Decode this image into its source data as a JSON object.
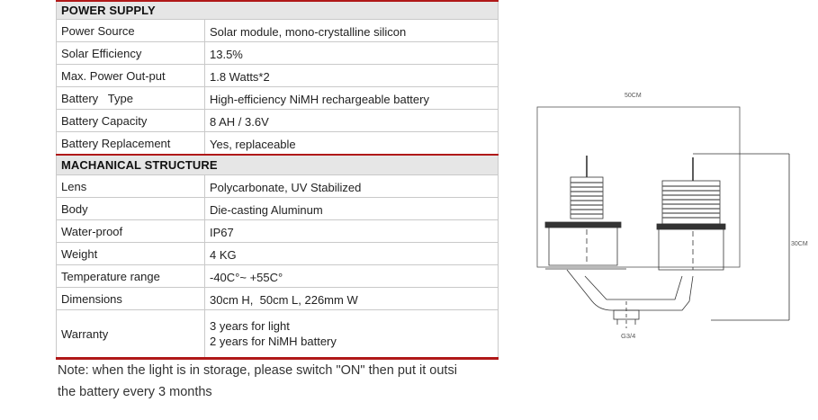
{
  "sections": [
    {
      "title": "POWER SUPPLY",
      "rows": [
        {
          "label": "Power Source",
          "value": "Solar module, mono-crystalline silicon"
        },
        {
          "label": "Solar Efficiency",
          "value": "13.5%"
        },
        {
          "label": "Max. Power Out-put",
          "value": "1.8 Watts*2"
        },
        {
          "label": "Battery   Type",
          "value": "High-efficiency NiMH rechargeable battery"
        },
        {
          "label": "Battery Capacity",
          "value": "8 AH / 3.6V"
        },
        {
          "label": "Battery Replacement",
          "value": "Yes, replaceable"
        }
      ]
    },
    {
      "title": "MACHANICAL STRUCTURE",
      "rows": [
        {
          "label": "Lens",
          "value": "Polycarbonate, UV Stabilized"
        },
        {
          "label": "Body",
          "value": "Die-casting Aluminum"
        },
        {
          "label": "Water-proof",
          "value": "IP67"
        },
        {
          "label": "Weight",
          "value": "4 KG"
        },
        {
          "label": "Temperature range",
          "value": "-40C°~ +55C°"
        },
        {
          "label": "Dimensions",
          "value": "30cm H,  50cm L, 226mm W"
        },
        {
          "label": "Warranty",
          "value_lines": [
            "3 years for light",
            "2 years for NiMH battery"
          ]
        }
      ]
    }
  ],
  "note": {
    "line1": "Note: when the light is in storage, please switch \"ON\" then put it outsi",
    "line2": "the battery every 3 months"
  },
  "drawing": {
    "width_label": "50CM",
    "height_label": "30CM",
    "thread_label": "G3/4"
  }
}
